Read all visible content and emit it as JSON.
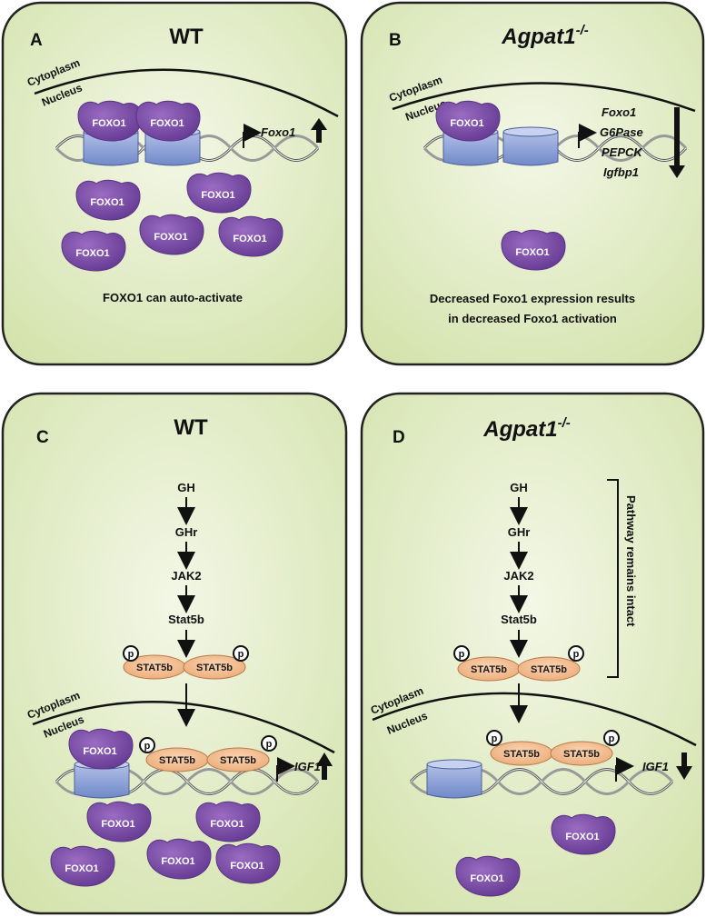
{
  "labels": {
    "cytoplasm": "Cytoplasm",
    "nucleus": "Nucleus",
    "foxo1": "FOXO1",
    "stat5b": "STAT5b",
    "p": "p"
  },
  "panels": {
    "A": {
      "letter": "A",
      "title": "WT",
      "gene": "Foxo1",
      "caption": "FOXO1 can auto-activate"
    },
    "B": {
      "letter": "B",
      "title_base": "Agpat1",
      "title_sup": "-/-",
      "genes": [
        "Foxo1",
        "G6Pase",
        "PEPCK",
        "Igfbp1"
      ],
      "caption_line1": "Decreased Foxo1 expression results",
      "caption_line2": "in decreased Foxo1 activation"
    },
    "C": {
      "letter": "C",
      "title": "WT",
      "gene": "IGF1",
      "pathway": [
        "GH",
        "GHr",
        "JAK2",
        "Stat5b"
      ]
    },
    "D": {
      "letter": "D",
      "title_base": "Agpat1",
      "title_sup": "-/-",
      "gene": "IGF1",
      "pathway": [
        "GH",
        "GHr",
        "JAK2",
        "Stat5b"
      ],
      "bracket_label": "Pathway remains intact"
    }
  },
  "colors": {
    "panel_center": "#eef3dc",
    "panel_edge": "#c9d9a0",
    "foxo": "#7b4aa6",
    "stat": "#f1b88d",
    "nucleosome": "#8ea3d6"
  }
}
